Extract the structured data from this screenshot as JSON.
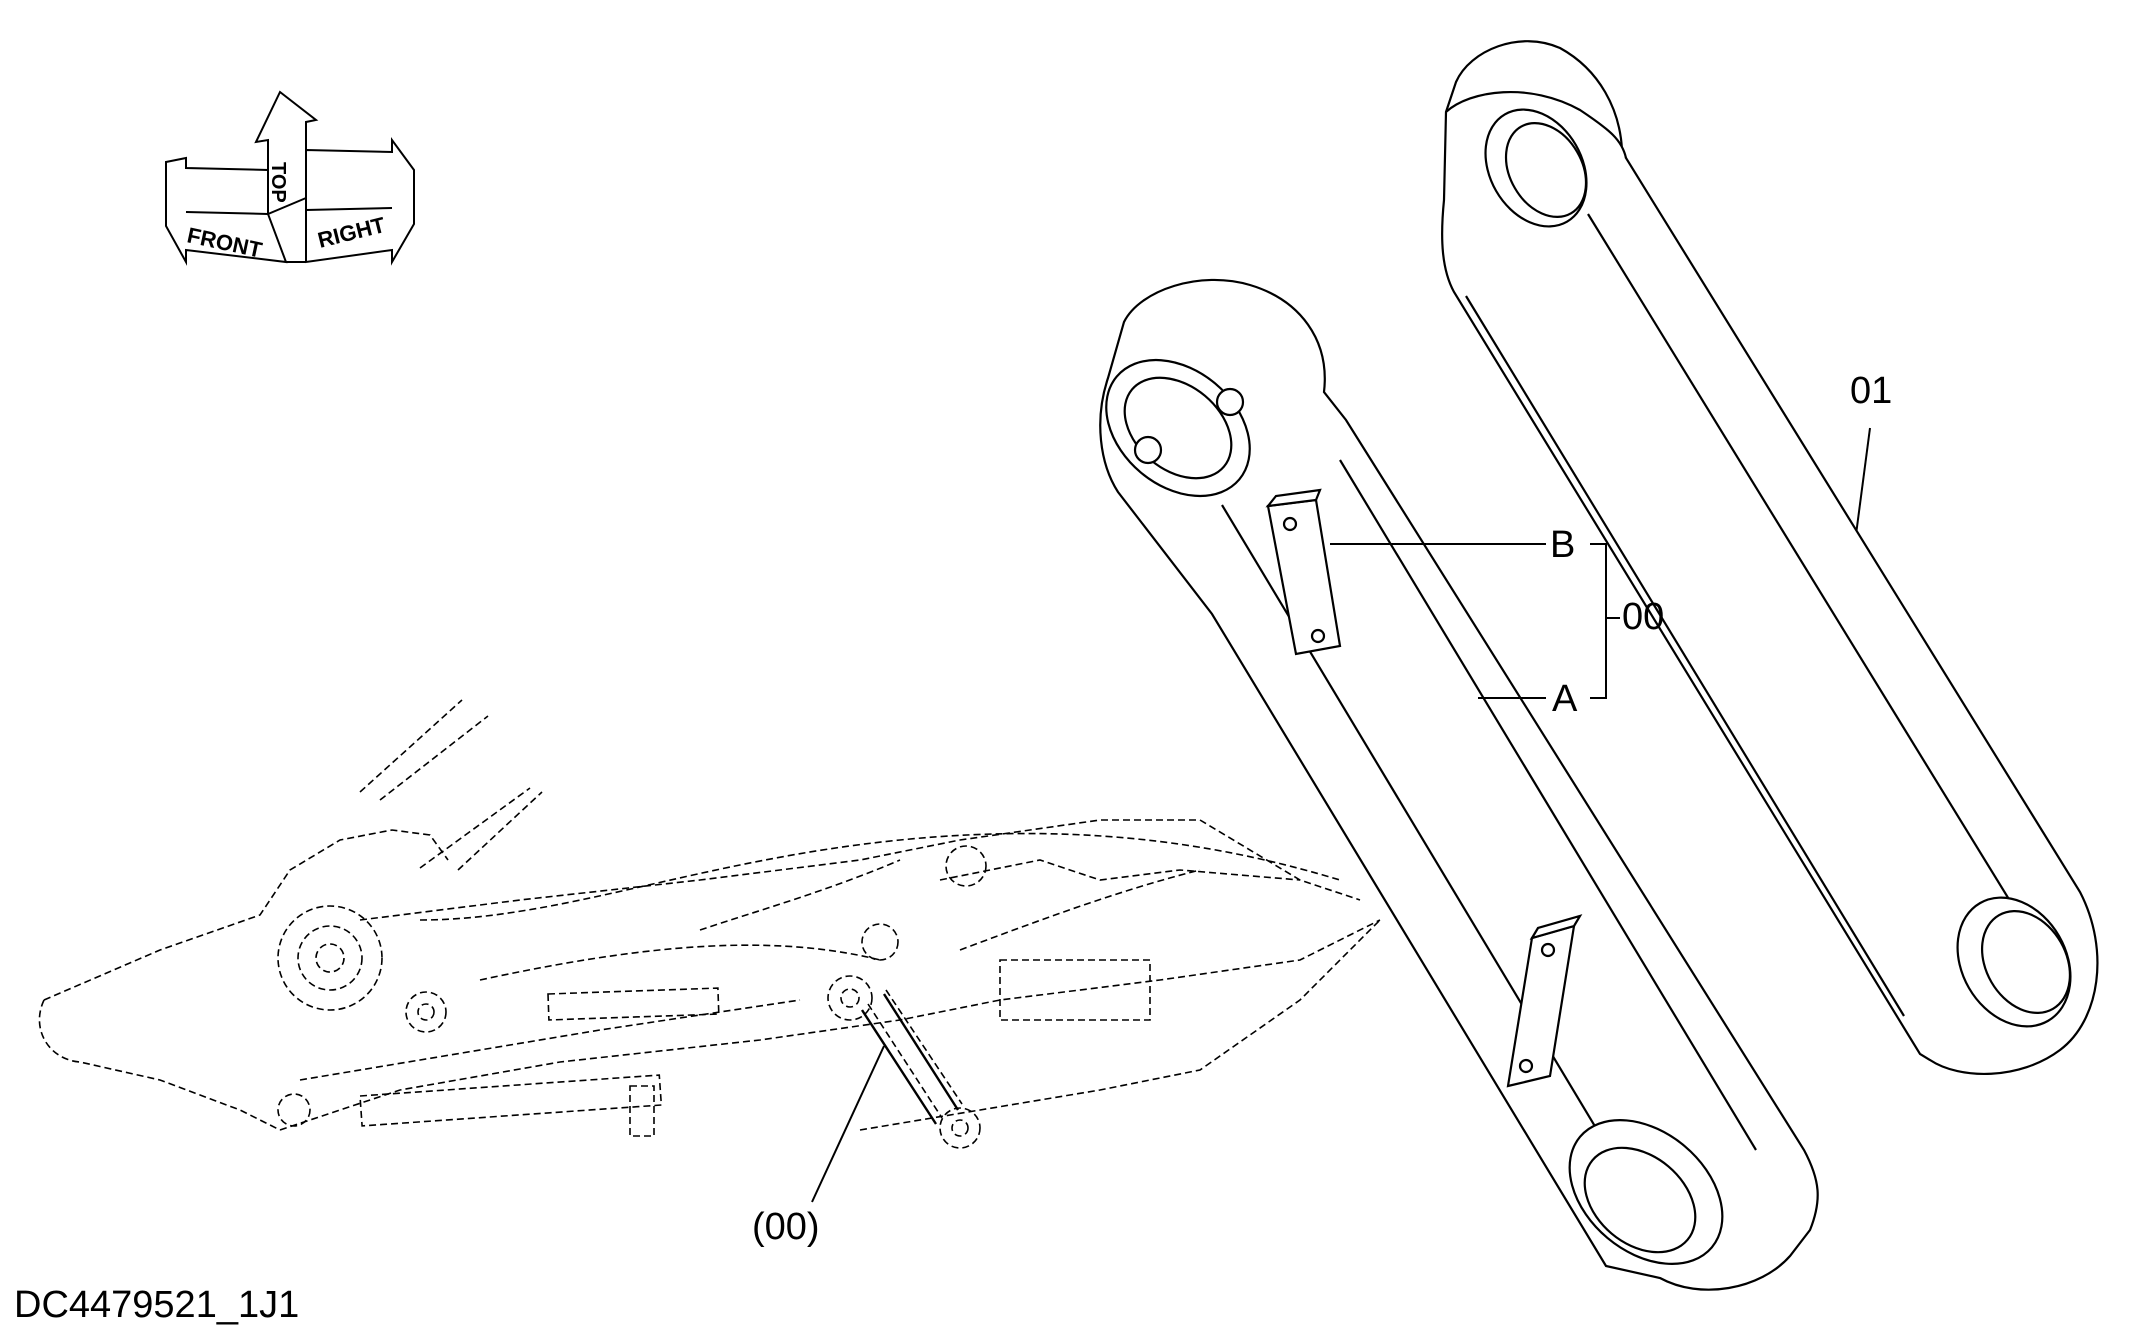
{
  "drawing_id": "DC4479521_1J1",
  "orientation_icon": {
    "labels": [
      "FRONT",
      "TOP",
      "RIGHT"
    ]
  },
  "callouts": {
    "b": "B",
    "a": "A",
    "group": "00",
    "link": "01",
    "location": "(00)"
  },
  "colors": {
    "line": "#000000",
    "background": "#ffffff"
  }
}
